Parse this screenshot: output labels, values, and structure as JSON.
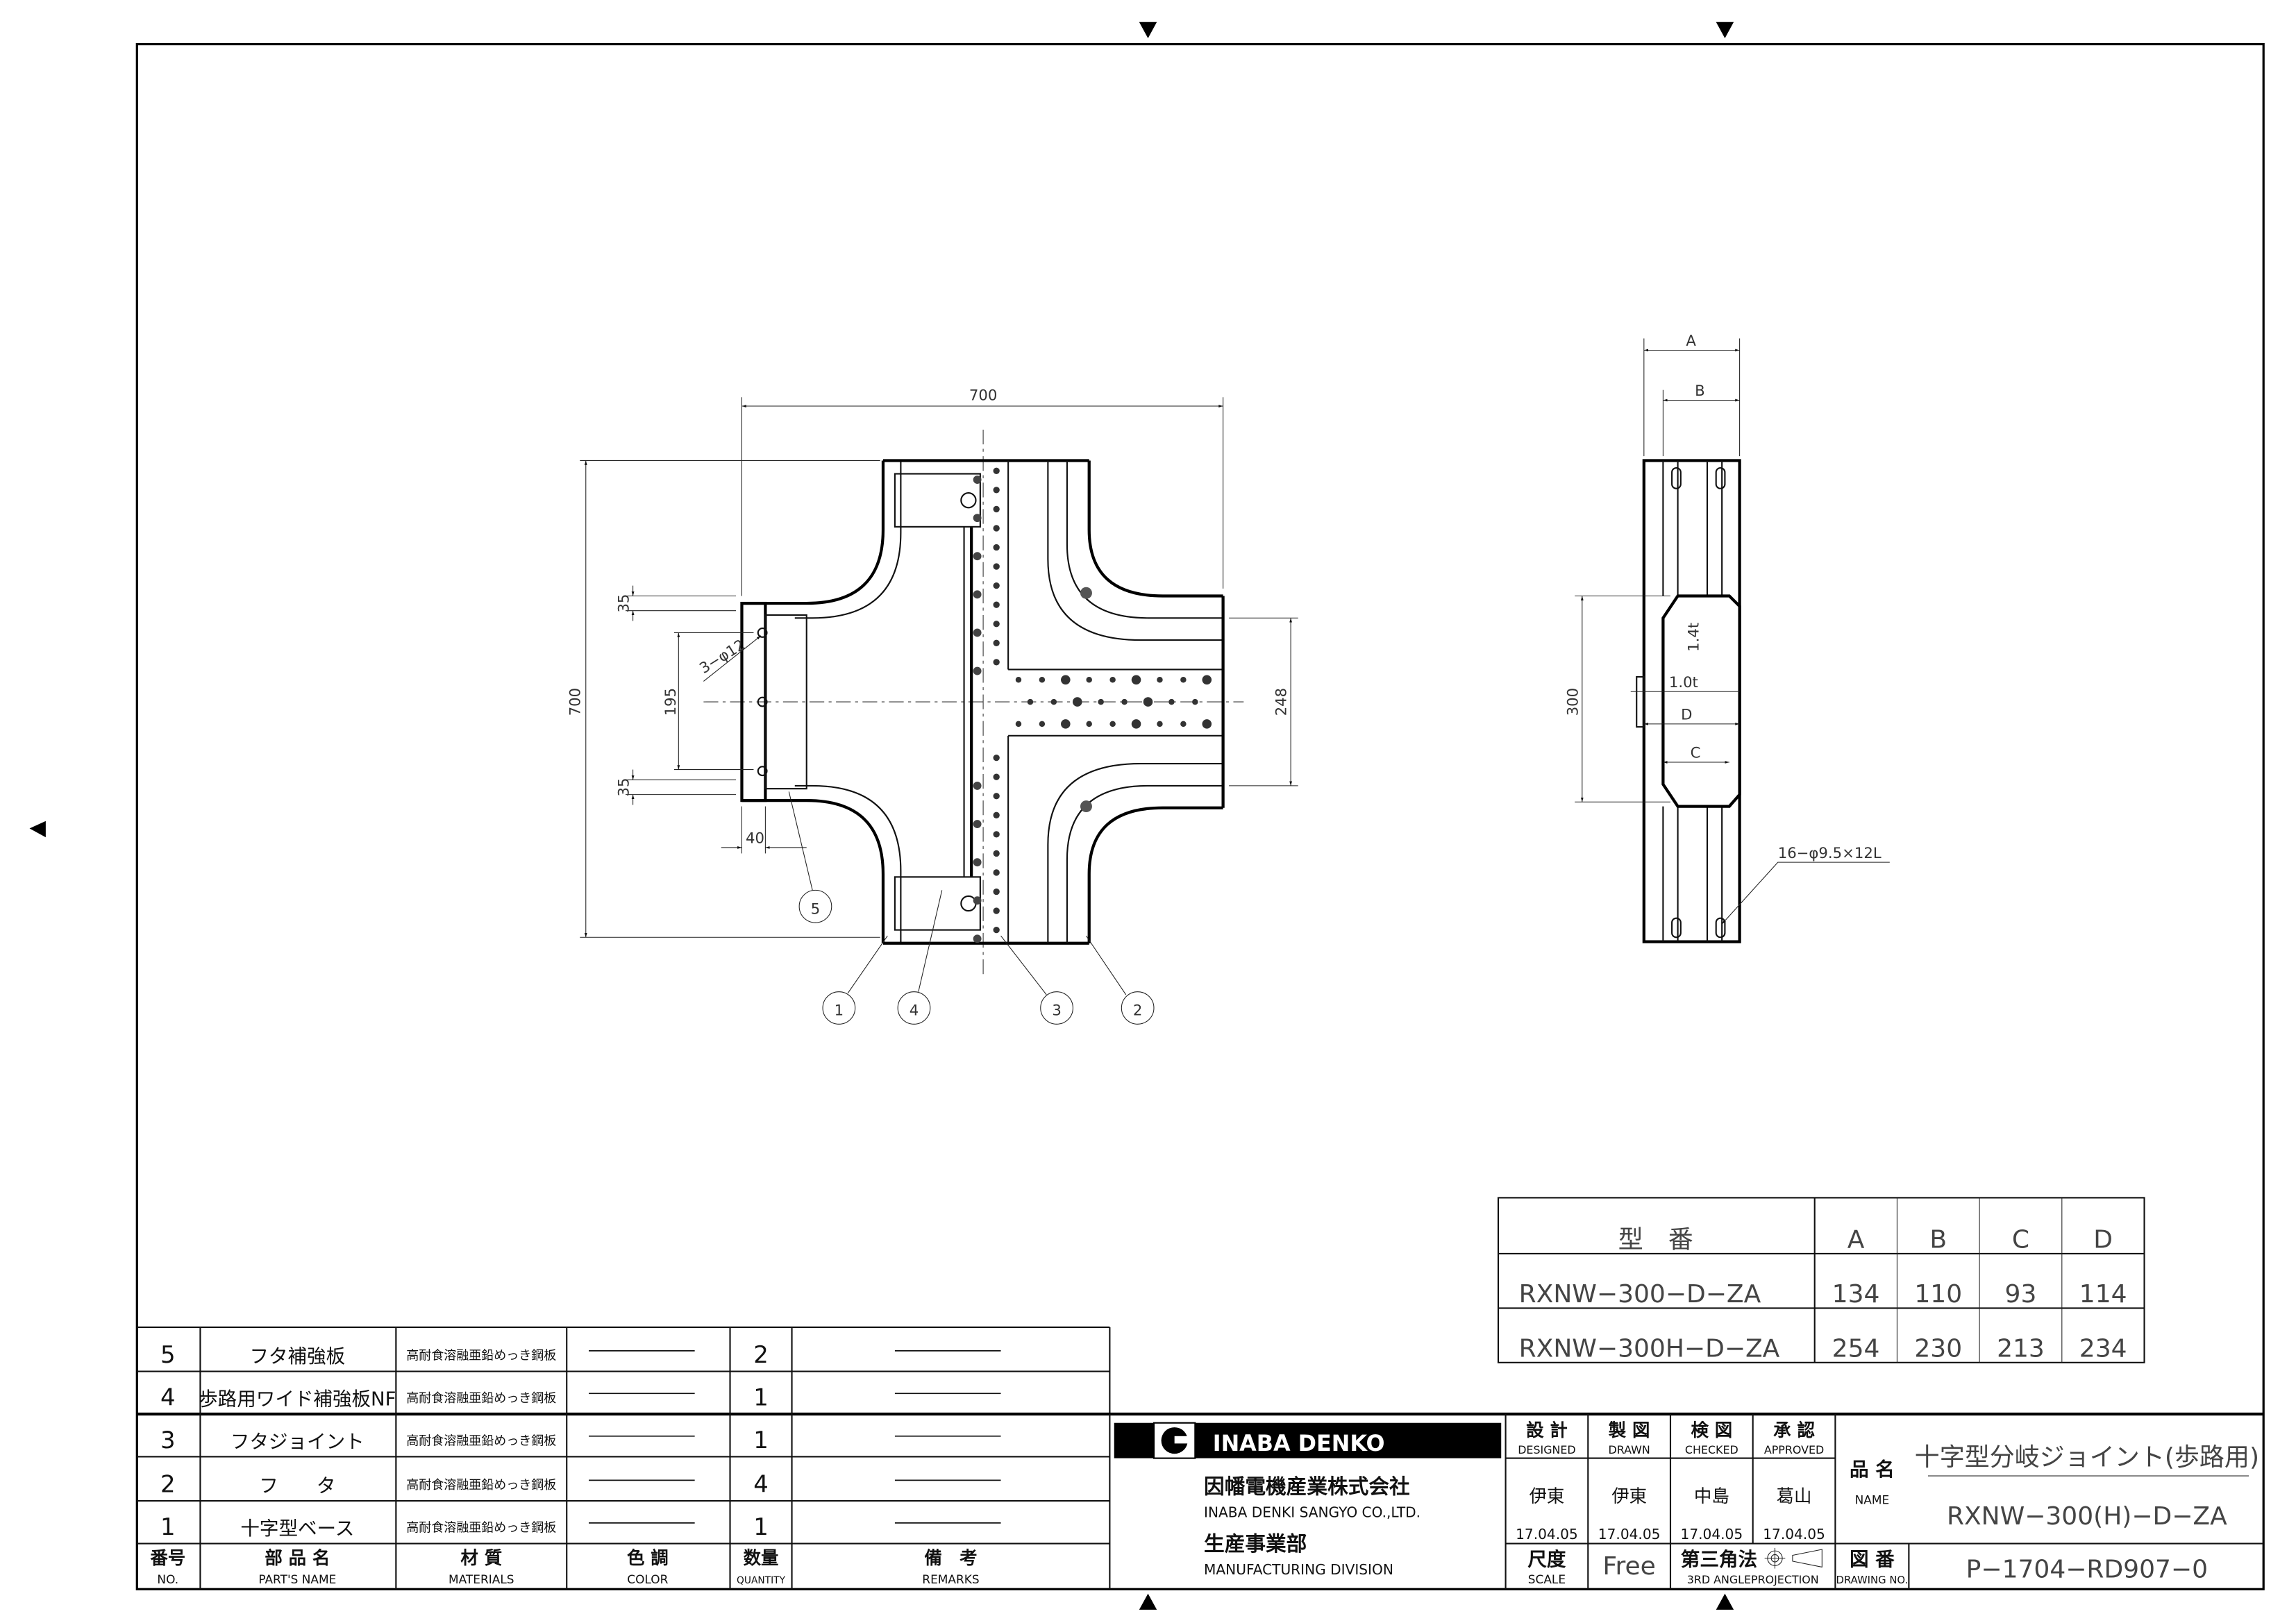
{
  "plan_view": {
    "dims": {
      "overall_width": "700",
      "overall_height": "700",
      "flange_upper": "35",
      "flange_lower": "35",
      "hole_pitch": "195",
      "holes": "3−φ12",
      "offset": "40",
      "arm_width": "248"
    },
    "balloons": [
      "5",
      "1",
      "4",
      "3",
      "2"
    ]
  },
  "side_view": {
    "dims": {
      "a": "A",
      "b": "B",
      "height": "300",
      "t1": "1.4t",
      "t2": "1.0t",
      "d": "D",
      "c": "C",
      "bolts": "16−φ9.5×12L"
    }
  },
  "size_table": {
    "headers": [
      "型　番",
      "A",
      "B",
      "C",
      "D"
    ],
    "rows": [
      [
        "RXNW−300−D−ZA",
        "134",
        "110",
        "93",
        "114"
      ],
      [
        "RXNW−300H−D−ZA",
        "254",
        "230",
        "213",
        "234"
      ]
    ]
  },
  "parts_table": {
    "rows": [
      {
        "no": "5",
        "name": "フタ補強板",
        "material": "高耐食溶融亜鉛めっき鋼板",
        "qty": "2"
      },
      {
        "no": "4",
        "name": "歩路用ワイド補強板NF",
        "material": "高耐食溶融亜鉛めっき鋼板",
        "qty": "1"
      },
      {
        "no": "3",
        "name": "フタジョイント",
        "material": "高耐食溶融亜鉛めっき鋼板",
        "qty": "1"
      },
      {
        "no": "2",
        "name": "フ　　タ",
        "material": "高耐食溶融亜鉛めっき鋼板",
        "qty": "4"
      },
      {
        "no": "1",
        "name": "十字型ベース",
        "material": "高耐食溶融亜鉛めっき鋼板",
        "qty": "1"
      }
    ],
    "headers": [
      {
        "ja": "番号",
        "en": "NO."
      },
      {
        "ja": "部 品 名",
        "en": "PART'S NAME"
      },
      {
        "ja": "材 質",
        "en": "MATERIALS"
      },
      {
        "ja": "色 調",
        "en": "COLOR"
      },
      {
        "ja": "数量",
        "en": "QUANTITY"
      },
      {
        "ja": "備　考",
        "en": "REMARKS"
      }
    ]
  },
  "title_block": {
    "brand": "INABA DENKO",
    "company_ja": "因幡電機産業株式会社",
    "company_en": "INABA DENKI SANGYO CO.,LTD.",
    "division_ja": "生産事業部",
    "division_en": "MANUFACTURING DIVISION",
    "signoffs": [
      {
        "ja": "設 計",
        "en": "DESIGNED",
        "name": "伊東",
        "date": "17.04.05"
      },
      {
        "ja": "製 図",
        "en": "DRAWN",
        "name": "伊東",
        "date": "17.04.05"
      },
      {
        "ja": "検 図",
        "en": "CHECKED",
        "name": "中島",
        "date": "17.04.05"
      },
      {
        "ja": "承 認",
        "en": "APPROVED",
        "name": "葛山",
        "date": "17.04.05"
      }
    ],
    "name_label_ja": "品 名",
    "name_label_en": "NAME",
    "product_name": "十字型分岐ジョイント(歩路用)",
    "product_model": "RXNW−300(H)−D−ZA",
    "scale_label_ja": "尺度",
    "scale_label_en": "SCALE",
    "scale_value": "Free",
    "projection_ja": "第三角法",
    "projection_en": "3RD ANGLEPROJECTION",
    "drawing_no_label_ja": "図 番",
    "drawing_no_label_en": "DRAWING NO.",
    "drawing_no": "P−1704−RD907−0"
  }
}
